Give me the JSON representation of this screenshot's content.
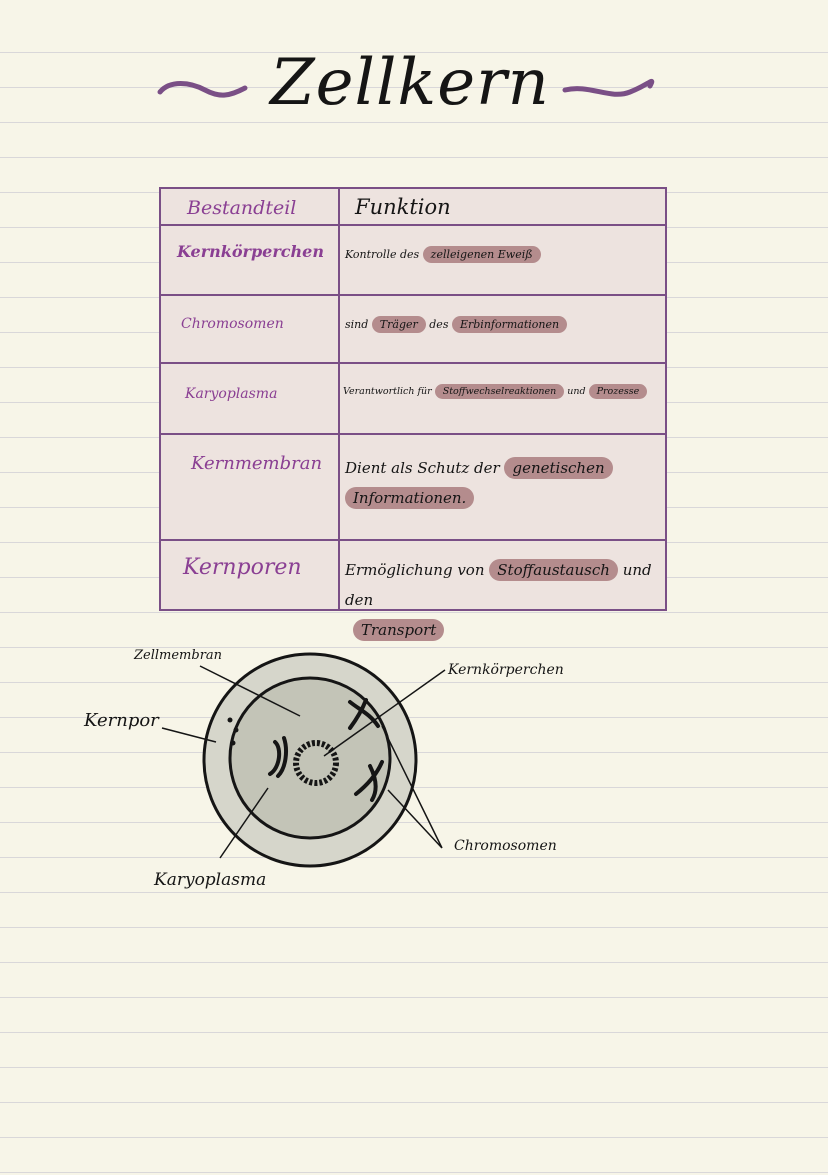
{
  "title": "Zellkern",
  "table": {
    "headers": {
      "left": "Bestandteil",
      "right": "Funktion"
    },
    "rows": [
      {
        "part": "Kernkörperchen",
        "function_plain": "Kontrolle des ",
        "function_hl": "zelleigenen Eweiß"
      },
      {
        "part": "Chromosomen",
        "function_plain": "sind ",
        "function_hl": "Träger",
        "function_plain2": " des ",
        "function_hl2": "Erbinformationen"
      },
      {
        "part": "Karyoplasma",
        "function_plain": "Verantwortlich für ",
        "function_hl": "Stoffwechselreaktionen",
        "function_plain2": " und ",
        "function_hl2": "Prozesse"
      },
      {
        "part": "Kernmembran",
        "function_plain": "Dient als Schutz der ",
        "function_hl": "genetischen",
        "function_hl2": "Informationen."
      },
      {
        "part": "Kernporen",
        "function_plain": "Ermöglichung von ",
        "function_hl": "Stoffaustausch",
        "function_plain2": " und den",
        "function_hl2": "Transport"
      }
    ]
  },
  "diagram": {
    "labels": {
      "zellmembran": "Zellmembran",
      "kernpor": "Kernpor",
      "kernkoerperchen": "Kernkörperchen",
      "chromosomen": "Chromosomen",
      "karyoplasma": "Karyoplasma"
    }
  },
  "colors": {
    "accent_purple": "#7a4f86",
    "label_purple": "#8a3f93",
    "highlight": "#b48c8d",
    "paper": "#f7f5e8"
  }
}
